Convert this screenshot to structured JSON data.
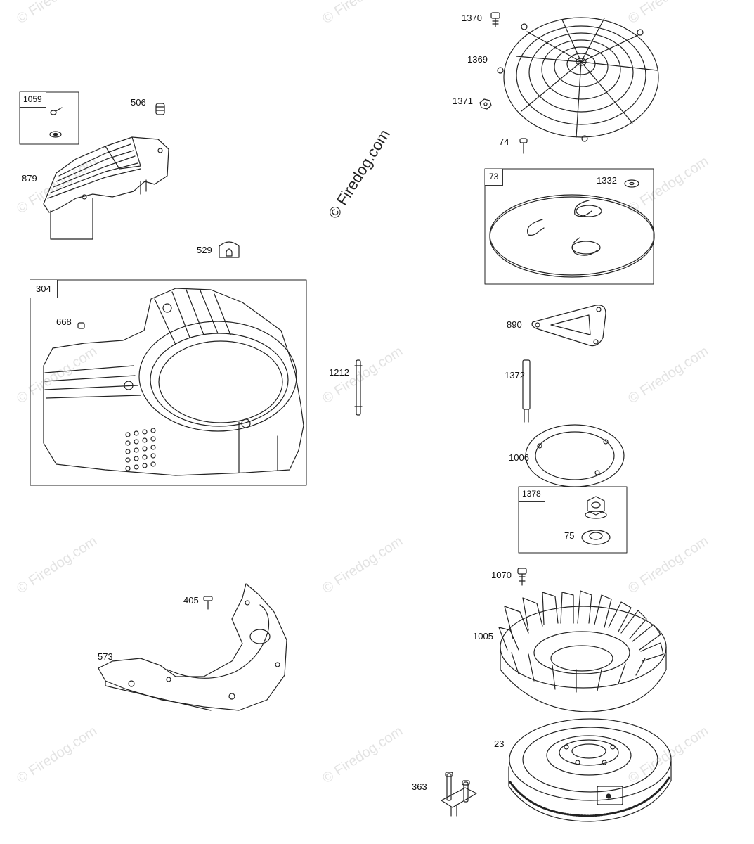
{
  "watermark": "© Firedog.com",
  "parts": {
    "p1370": "1370",
    "p1369": "1369",
    "p1371": "1371",
    "p74": "74",
    "p73": "73",
    "p1332": "1332",
    "p890": "890",
    "p1372": "1372",
    "p1006": "1006",
    "p1378": "1378",
    "p75": "75",
    "p1070": "1070",
    "p1005": "1005",
    "p23": "23",
    "p363": "363",
    "p1059": "1059",
    "p506": "506",
    "p879": "879",
    "p529": "529",
    "p304": "304",
    "p668": "668",
    "p1212": "1212",
    "p405": "405",
    "p573": "573"
  }
}
